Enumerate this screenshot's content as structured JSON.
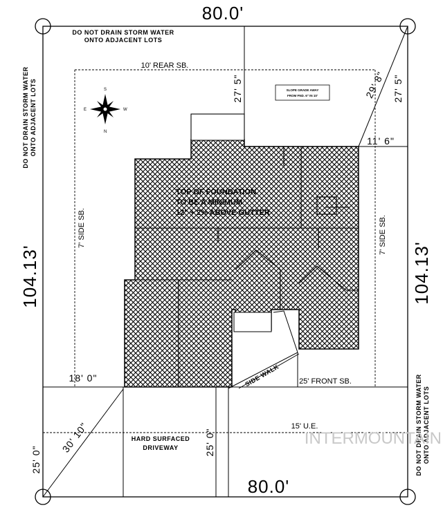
{
  "dimensions": {
    "top_width": "80.0'",
    "bottom_width": "80.0'",
    "left_depth": "104.13'",
    "right_depth": "104.13'",
    "rear_setback_depth": "27' 5\"",
    "right_rear_depth": "27' 5\"",
    "diagonal_rear": "29' 8\"",
    "side_offset": "11' 6\"",
    "garage_front": "18' 0\"",
    "left_front_depth": "25' 0\"",
    "driveway_depth": "25' 0\"",
    "diagonal_front": "30' 10\""
  },
  "notes": {
    "drain_top_line1": "DO NOT DRAIN STORM WATER",
    "drain_top_line2": "ONTO ADJACENT LOTS",
    "drain_left_line1": "DO NOT DRAIN STORM WATER",
    "drain_left_line2": "ONTO ADJACENT LOTS",
    "drain_right_line1": "DO NOT DRAIN STORM WATER",
    "drain_right_line2": "ONTO ADJACENT LOTS",
    "rear_setback": "10' REAR SB.",
    "left_side_setback": "7' SIDE SB.",
    "right_side_setback": "7' SIDE SB.",
    "front_setback": "25' FRONT SB.",
    "utility_easement": "15' U.E.",
    "sidewalk": "SIDE WALK",
    "driveway_line1": "HARD SURFACED",
    "driveway_line2": "DRIVEWAY",
    "foundation_line1": "TOP OF FOUNDATION",
    "foundation_line2": "TO BE A MINIMUM",
    "foundation_line3": "12\" + 2% ABOVE GUTTER",
    "slope_line1": "SLOPE GRADE AWAY",
    "slope_line2": "FROM FND. 6\" IN 10'"
  },
  "compass": {
    "n": "N",
    "s": "S",
    "e": "E",
    "w": "W"
  },
  "watermark": "INTERMOUNTAIN"
}
